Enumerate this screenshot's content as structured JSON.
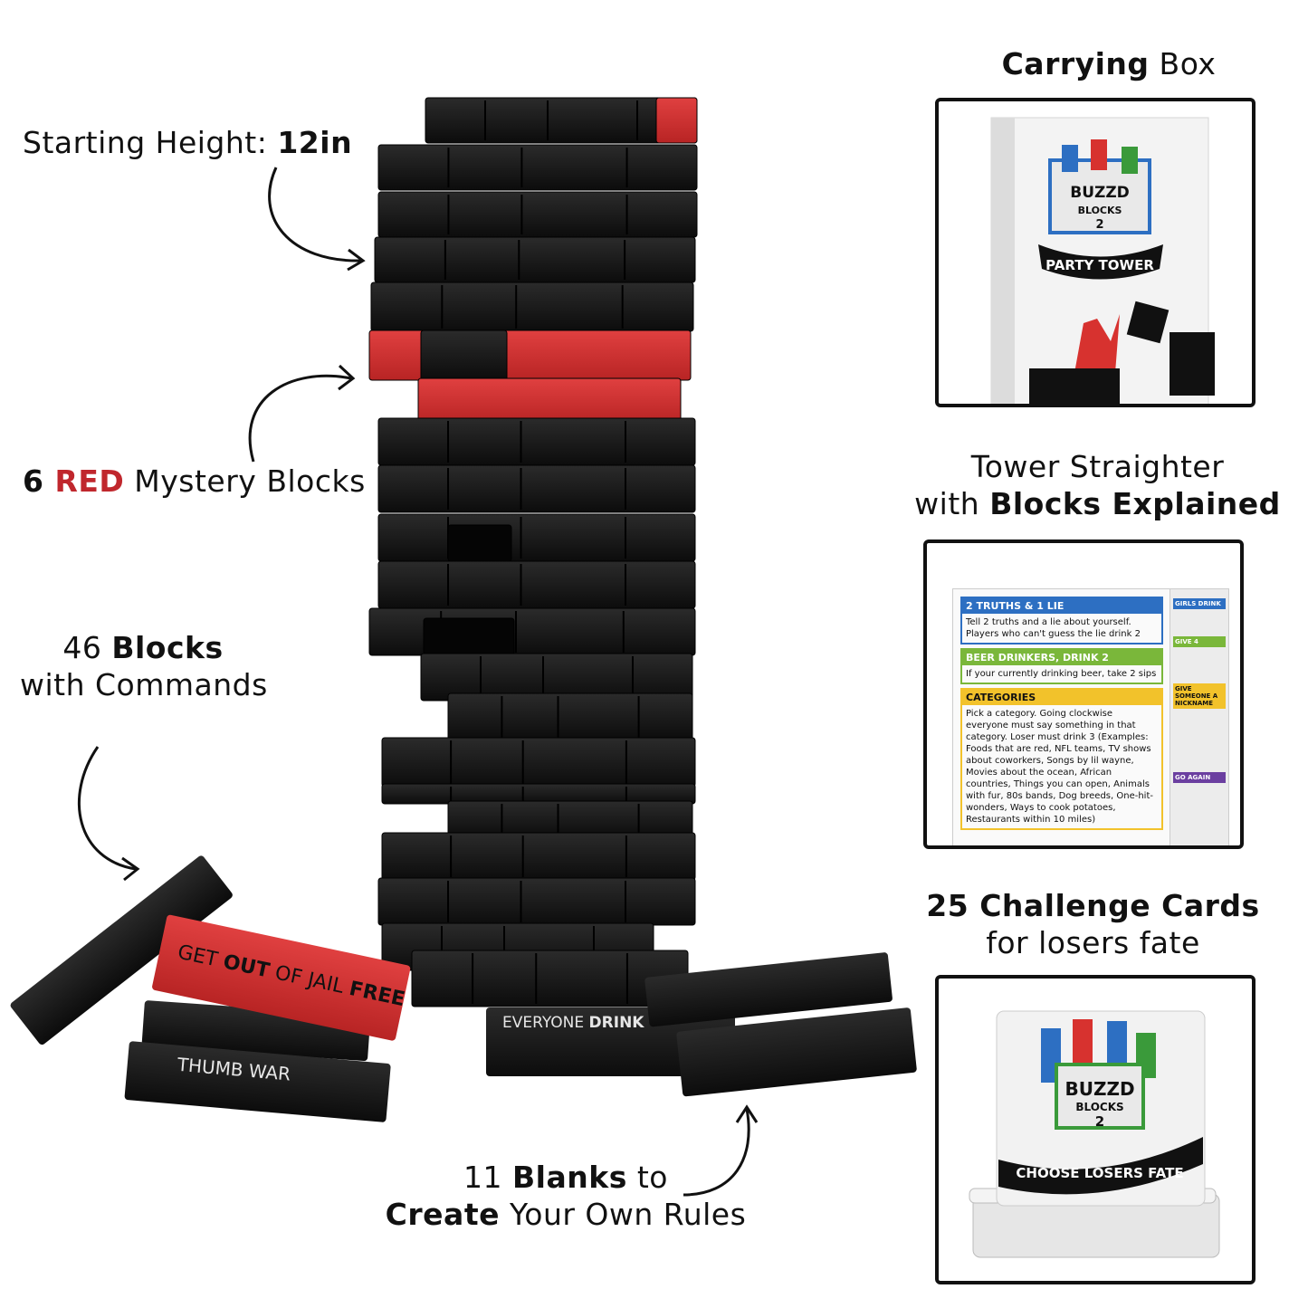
{
  "callouts": {
    "height": {
      "prefix": "Starting Height: ",
      "value": "12in"
    },
    "red": {
      "count": "6 ",
      "highlight": "RED",
      "suffix": " Mystery Blocks"
    },
    "blocks": {
      "line1_prefix": "46 ",
      "line1_bold": "Blocks",
      "line2": "with Commands"
    },
    "blanks": {
      "line1_prefix": "11 ",
      "line1_bold": "Blanks",
      "line1_suffix": " to",
      "line2_bold": "Create",
      "line2_suffix": " Your Own Rules"
    }
  },
  "panels": {
    "box": {
      "title_bold": "Carrying",
      "title_rest": " Box",
      "logo_main": "BUZZD",
      "logo_sub": "BLOCKS",
      "logo_num": "2",
      "banner": "PARTY TOWER"
    },
    "straightener": {
      "title_line1": "Tower Straighter",
      "title_line2_prefix": "with ",
      "title_line2_bold": "Blocks Explained",
      "cards": [
        {
          "heading": "2 TRUTHS & 1 LIE",
          "color": "#2d6fc2",
          "text": "Tell 2 truths and a lie about yourself. Players who can't guess the lie drink 2"
        },
        {
          "heading": "BEER DRINKERS, DRINK 2",
          "color": "#7ab73a",
          "text": "If your currently drinking beer, take 2 sips"
        },
        {
          "heading": "CATEGORIES",
          "color": "#f2c22b",
          "text": "Pick a category. Going clockwise everyone must say something in that category. Loser must drink 3 (Examples: Foods that are red, NFL teams, TV shows about coworkers, Songs by lil wayne, Movies about the ocean, African countries, Things you can open, Animals with fur, 80s bands, Dog breeds, One-hit-wonders, Ways to cook potatoes, Restaurants within 10 miles)"
        }
      ],
      "side_headings": [
        "GIRLS DRINK",
        "GIVE 4",
        "GIVE SOMEONE A NICKNAME",
        "GO AGAIN"
      ]
    },
    "cards": {
      "title_line1_bold": "25 Challenge Cards",
      "title_line2": "for losers fate",
      "logo_main": "BUZZD",
      "logo_sub": "BLOCKS",
      "logo_num": "2",
      "banner": "CHOOSE LOSERS FATE"
    }
  },
  "block_texts": {
    "jail_normal1": "GET ",
    "jail_bold1": "OUT",
    "jail_normal2": " OF JAIL ",
    "jail_bold2": "FREE",
    "thumb": "THUMB WAR",
    "everyone_normal": "EVERYONE ",
    "everyone_bold": "DRINK"
  },
  "colors": {
    "block_black": "#151515",
    "block_red": "#cf2f2f",
    "accent_red": "#c0272d"
  }
}
